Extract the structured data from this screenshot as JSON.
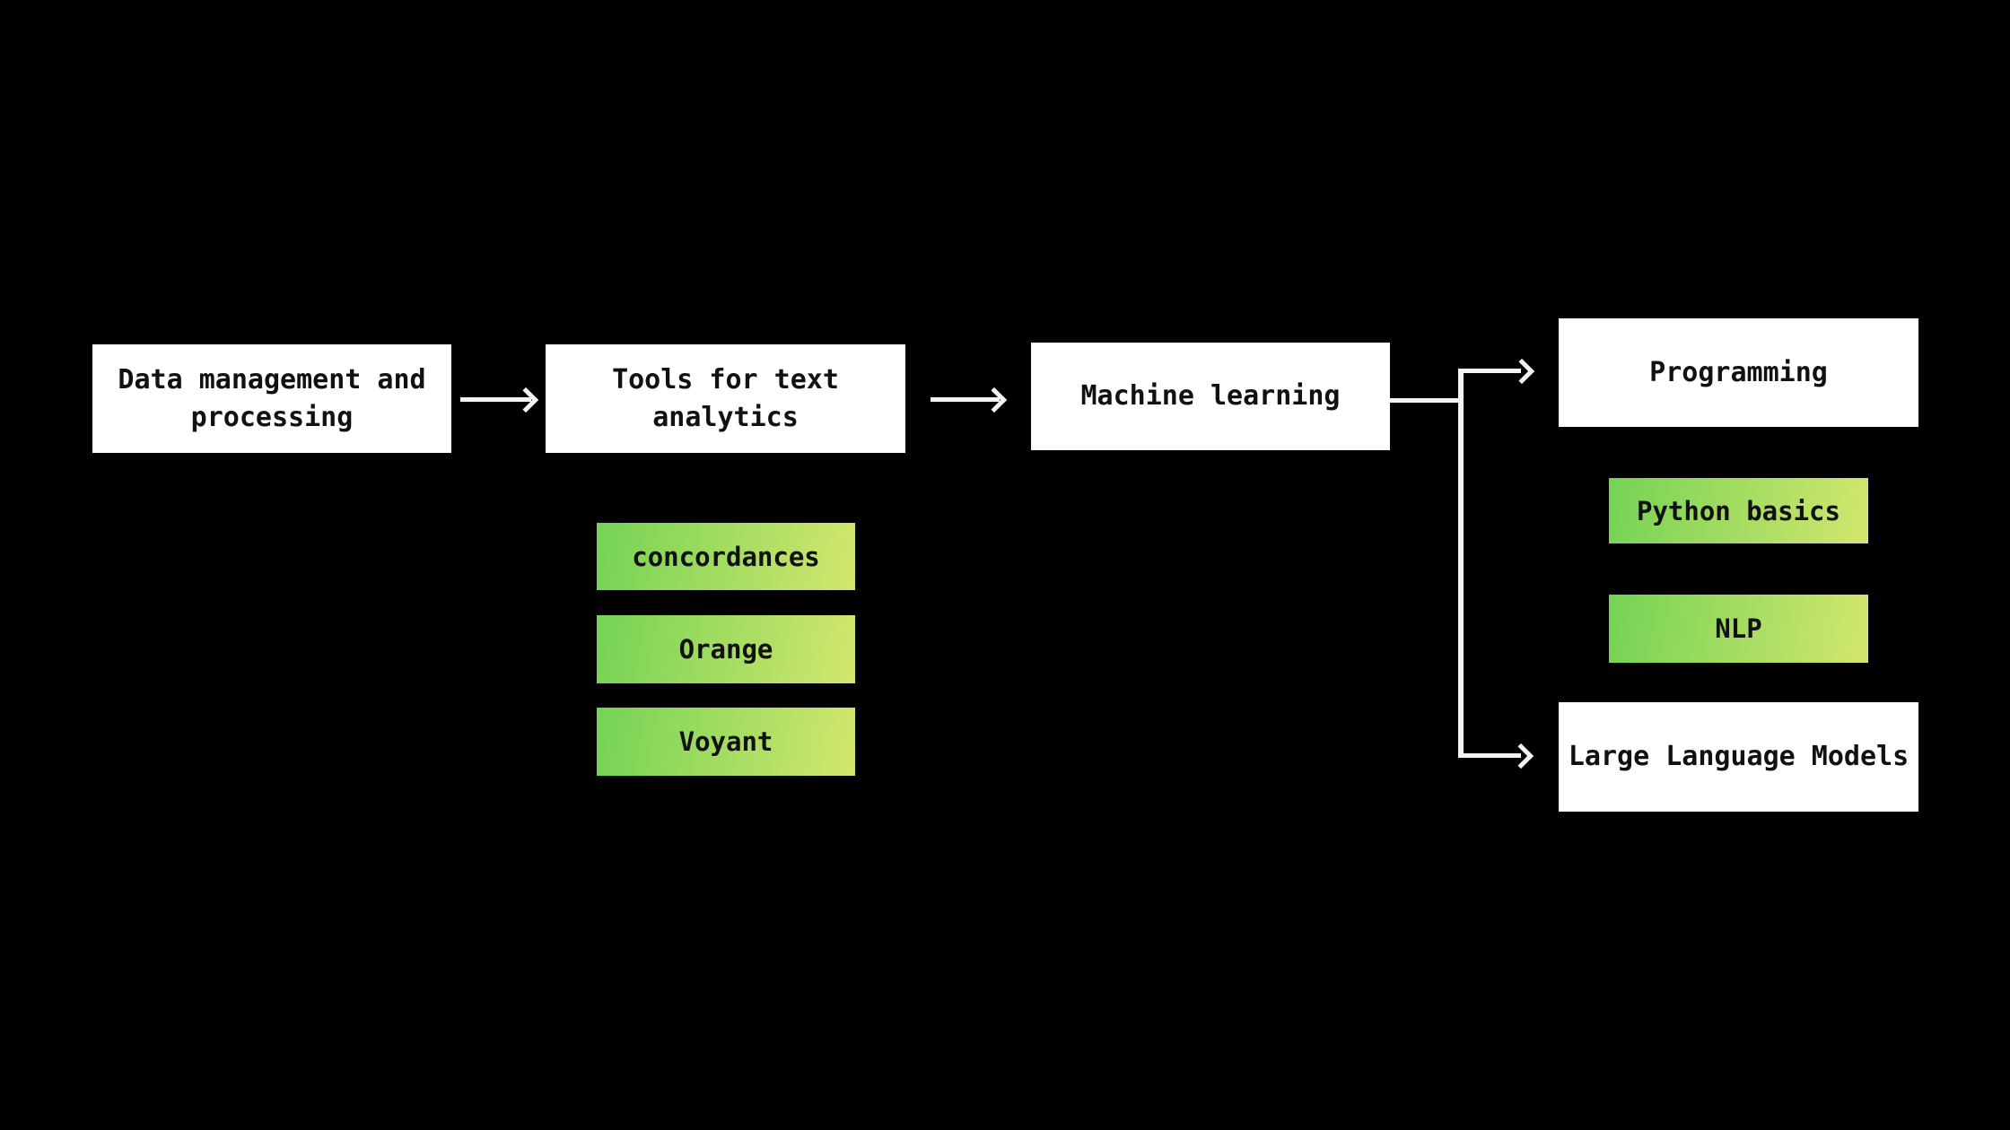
{
  "theme": {
    "background": "#000000",
    "box_fill": "#ffffff",
    "text_color": "#111111",
    "line_color": "#f6f4f0",
    "green_start": "#74d355",
    "green_end": "#d3e66e"
  },
  "nodes": {
    "data_management": {
      "label": "Data management and\nprocessing"
    },
    "tools": {
      "label": "Tools for text\nanalytics"
    },
    "machine_learning": {
      "label": "Machine learning"
    },
    "programming": {
      "label": "Programming"
    },
    "large_language_models": {
      "label": "Large Language Models"
    },
    "concordances": {
      "label": "concordances"
    },
    "orange": {
      "label": "Orange"
    },
    "voyant": {
      "label": "Voyant"
    },
    "python_basics": {
      "label": "Python basics"
    },
    "nlp": {
      "label": "NLP"
    }
  }
}
